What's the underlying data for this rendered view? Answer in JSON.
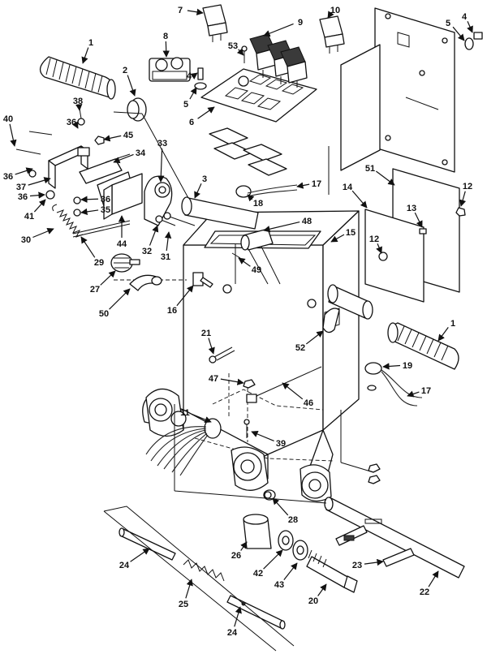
{
  "callouts": {
    "c1a": "1",
    "c1b": "1",
    "c2": "2",
    "c3": "3",
    "c4a": "4",
    "c4b": "4",
    "c5a": "5",
    "c5b": "5",
    "c6": "6",
    "c7": "7",
    "c8": "8",
    "c9": "9",
    "c10": "10",
    "c11": "11",
    "c12a": "12",
    "c12b": "12",
    "c13": "13",
    "c14": "14",
    "c15": "15",
    "c16": "16",
    "c17a": "17",
    "c17b": "17",
    "c18": "18",
    "c19": "19",
    "c20": "20",
    "c21": "21",
    "c22": "22",
    "c23": "23",
    "c24a": "24",
    "c24b": "24",
    "c25": "25",
    "c26": "26",
    "c27": "27",
    "c28": "28",
    "c29": "29",
    "c30": "30",
    "c31": "31",
    "c32": "32",
    "c33": "33",
    "c34": "34",
    "c35": "35",
    "c36a": "36",
    "c36b": "36",
    "c36c": "36",
    "c36d": "36",
    "c37": "37",
    "c38": "38",
    "c39": "39",
    "c40": "40",
    "c41": "41",
    "c42": "42",
    "c43": "43",
    "c44": "44",
    "c45": "45",
    "c46": "46",
    "c47": "47",
    "c48": "48",
    "c49": "49",
    "c50": "50",
    "c51": "51",
    "c52": "52",
    "c53": "53"
  },
  "colors": {
    "line": "#111111",
    "shade": "#9a9a9a",
    "background": "#ffffff"
  }
}
